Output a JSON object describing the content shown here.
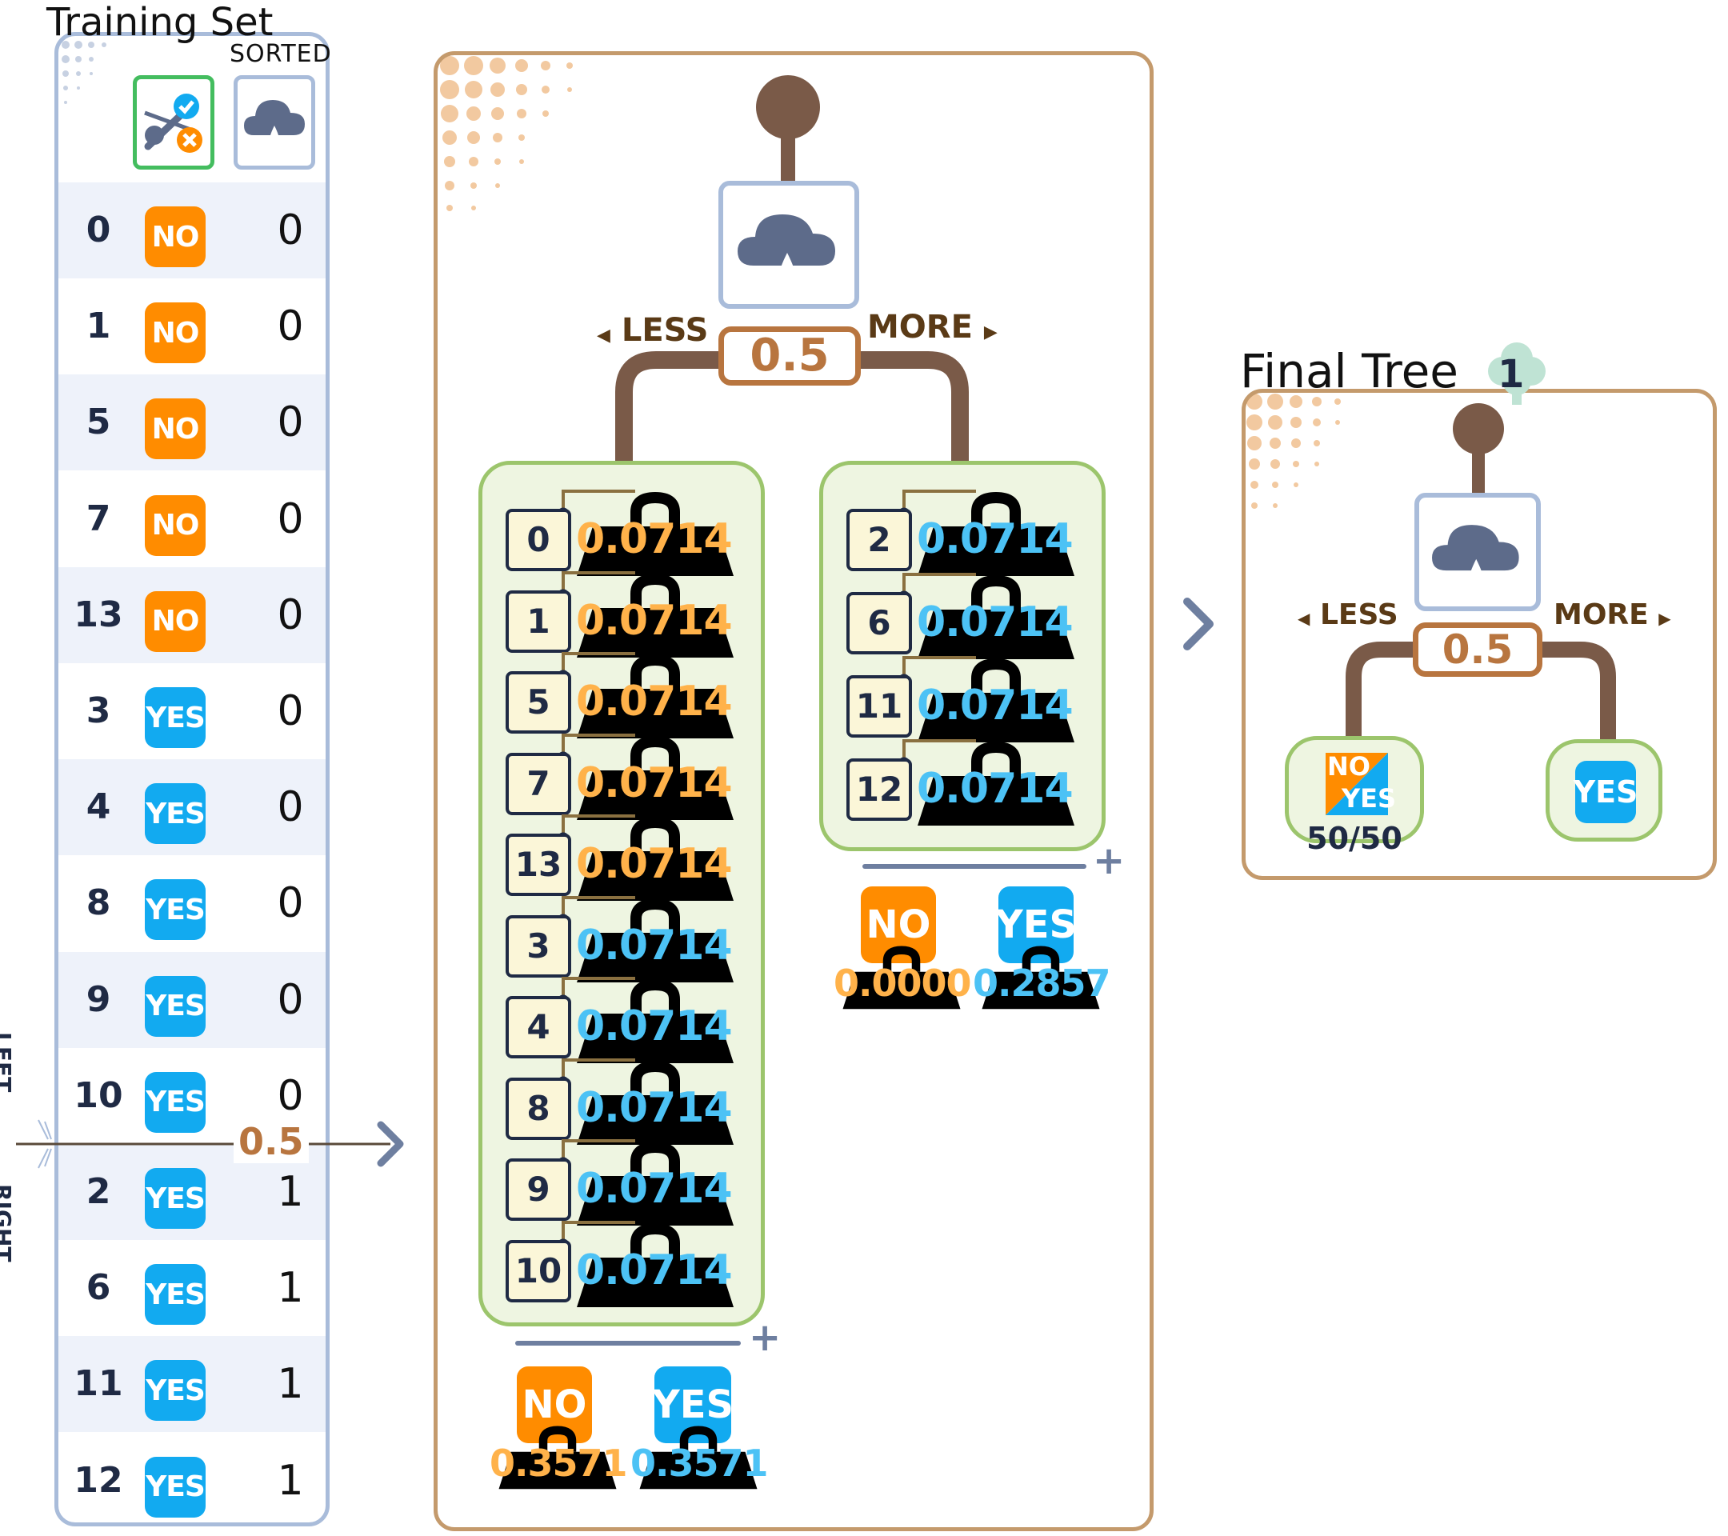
{
  "training_set": {
    "title": "Training Set",
    "sorted_label": "SORTED",
    "header_icons": {
      "label_column": "labels-check-cross-icon",
      "feature_column": "rain-cloud-icon"
    },
    "rows": [
      {
        "index": "0",
        "label": "NO",
        "value": "0"
      },
      {
        "index": "1",
        "label": "NO",
        "value": "0"
      },
      {
        "index": "5",
        "label": "NO",
        "value": "0"
      },
      {
        "index": "7",
        "label": "NO",
        "value": "0"
      },
      {
        "index": "13",
        "label": "NO",
        "value": "0"
      },
      {
        "index": "3",
        "label": "YES",
        "value": "0"
      },
      {
        "index": "4",
        "label": "YES",
        "value": "0"
      },
      {
        "index": "8",
        "label": "YES",
        "value": "0"
      },
      {
        "index": "9",
        "label": "YES",
        "value": "0"
      },
      {
        "index": "10",
        "label": "YES",
        "value": "0"
      },
      {
        "index": "2",
        "label": "YES",
        "value": "1"
      },
      {
        "index": "6",
        "label": "YES",
        "value": "1"
      },
      {
        "index": "11",
        "label": "YES",
        "value": "1"
      },
      {
        "index": "12",
        "label": "YES",
        "value": "1"
      }
    ],
    "split": {
      "left_label": "LEFT",
      "right_label": "RIGHT",
      "value": "0.5"
    }
  },
  "split_node": {
    "feature_icon": "rain-cloud-icon",
    "threshold": "0.5",
    "less_label": "LESS",
    "more_label": "MORE",
    "left_leaf": {
      "items": [
        {
          "index": "0",
          "label": "NO",
          "weight": "0.0714"
        },
        {
          "index": "1",
          "label": "NO",
          "weight": "0.0714"
        },
        {
          "index": "5",
          "label": "NO",
          "weight": "0.0714"
        },
        {
          "index": "7",
          "label": "NO",
          "weight": "0.0714"
        },
        {
          "index": "13",
          "label": "NO",
          "weight": "0.0714"
        },
        {
          "index": "3",
          "label": "YES",
          "weight": "0.0714"
        },
        {
          "index": "4",
          "label": "YES",
          "weight": "0.0714"
        },
        {
          "index": "8",
          "label": "YES",
          "weight": "0.0714"
        },
        {
          "index": "9",
          "label": "YES",
          "weight": "0.0714"
        },
        {
          "index": "10",
          "label": "YES",
          "weight": "0.0714"
        }
      ],
      "totals": {
        "no_label": "NO",
        "no_weight": "0.3571",
        "yes_label": "YES",
        "yes_weight": "0.3571"
      }
    },
    "right_leaf": {
      "items": [
        {
          "index": "2",
          "label": "YES",
          "weight": "0.0714"
        },
        {
          "index": "6",
          "label": "YES",
          "weight": "0.0714"
        },
        {
          "index": "11",
          "label": "YES",
          "weight": "0.0714"
        },
        {
          "index": "12",
          "label": "YES",
          "weight": "0.0714"
        }
      ],
      "totals": {
        "no_label": "NO",
        "no_weight": "0.0000",
        "yes_label": "YES",
        "yes_weight": "0.2857"
      }
    },
    "plus_symbol": "+"
  },
  "arrow_icons": [
    "chevron-right-icon"
  ],
  "final_tree": {
    "title": "Final Tree",
    "count": "1",
    "threshold": "0.5",
    "less_label": "LESS",
    "more_label": "MORE",
    "left_leaf": {
      "no_label": "NO",
      "yes_label": "YES",
      "ratio": "50/50"
    },
    "right_leaf": {
      "label": "YES"
    }
  },
  "colors": {
    "no": "#ff8c00",
    "yes": "#12aaf0",
    "node_brown": "#7a5a48",
    "threshold": "#b8753f",
    "leaf_bg": "#eef5e1",
    "leaf_border": "#9cc56c",
    "panel_blue": "#a9bcda"
  }
}
